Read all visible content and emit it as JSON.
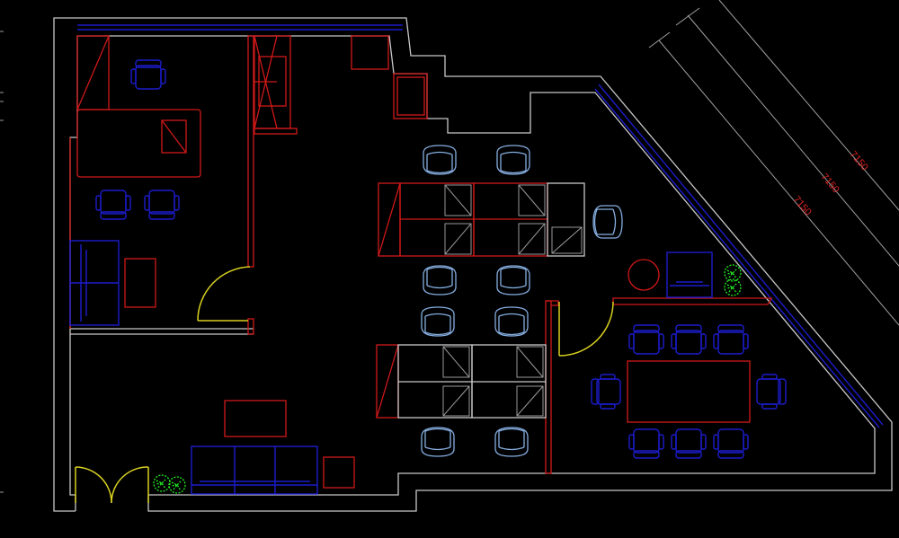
{
  "dimensions": [
    {
      "label": "7150"
    },
    {
      "label": "7150"
    },
    {
      "label": "7150"
    }
  ],
  "colors": {
    "background": "#000000",
    "walls": "#c8c8c8",
    "partitions_and_tables": "#d01818",
    "office_chairs": "#1c1ccc",
    "armchairs": "#86aee0",
    "doors": "#d8d020",
    "plants": "#22ee22",
    "dimension_text": "#e02020"
  }
}
